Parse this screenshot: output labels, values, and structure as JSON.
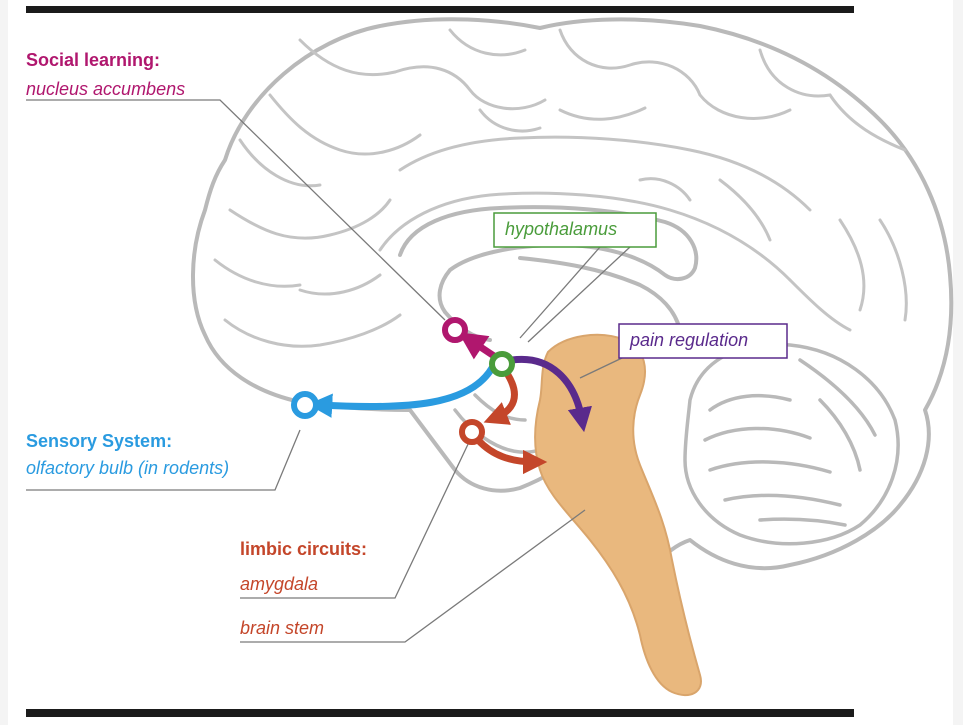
{
  "labels": {
    "social_learning": {
      "heading": "Social learning:",
      "region": "nucleus accumbens"
    },
    "sensory_system": {
      "heading": "Sensory System:",
      "region": "olfactory bulb (in rodents)"
    },
    "limbic": {
      "heading": "limbic circuits:",
      "region1": "amygdala",
      "region2": "brain stem"
    },
    "hypothalamus": "hypothalamus",
    "pain_regulation": "pain regulation"
  },
  "colors": {
    "social": "#b0176e",
    "sensory": "#2a9be0",
    "limbic": "#c4462a",
    "hypothalamus": "#4a9c3b",
    "pain": "#5a2a8c",
    "brainstem": "#e9b87e",
    "outline": "#b9b9b9",
    "leader": "#7a7a7a",
    "rule": "#1b1b1b"
  }
}
